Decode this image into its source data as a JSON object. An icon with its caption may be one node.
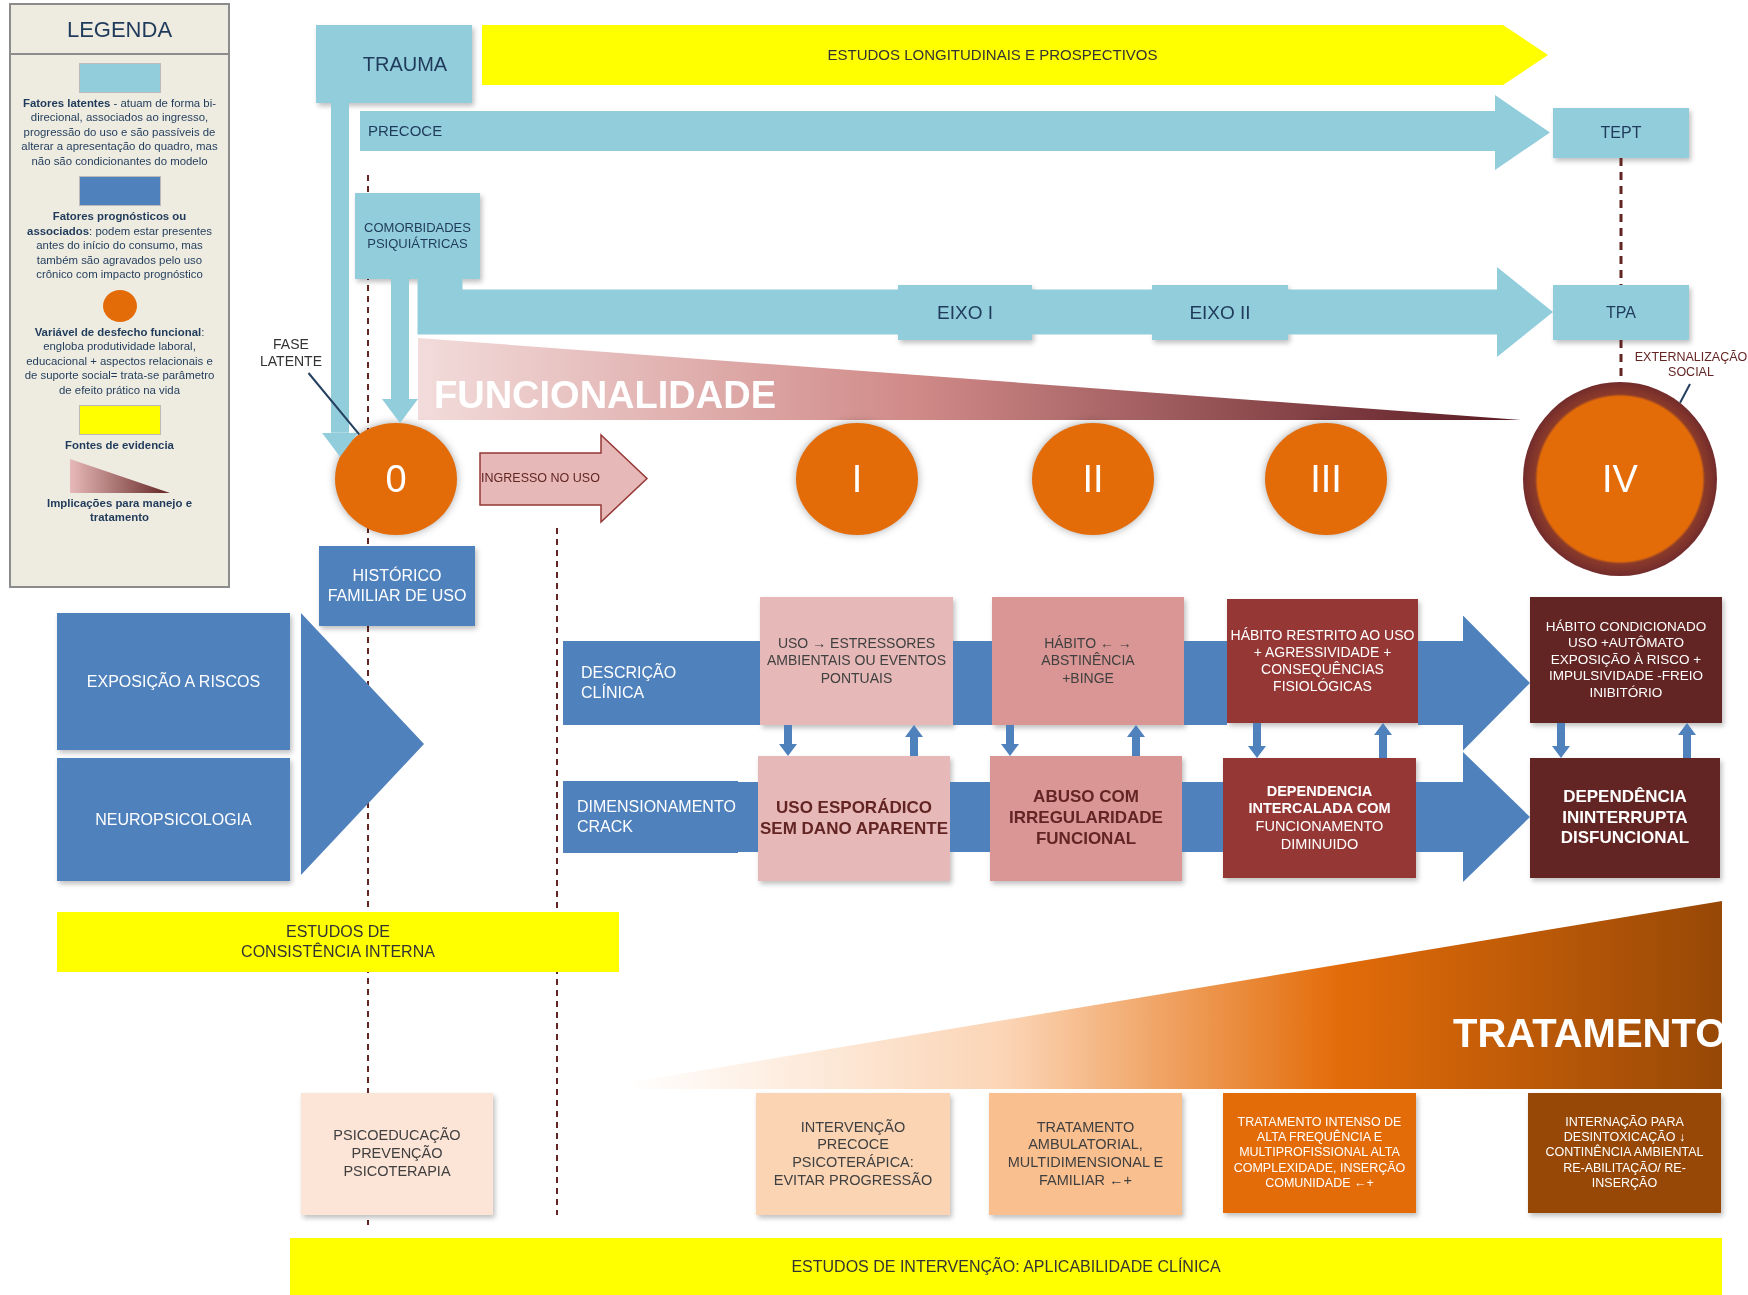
{
  "diagram": {
    "nodes": [
      {
        "text": [
          "TRAUMA"
        ]
      },
      {
        "text": [
          "ESTUDOS LONGITUDINAIS E PROSPECTIVOS"
        ]
      },
      {
        "text": [
          "PRECOCE"
        ]
      },
      {
        "text": [
          "TEPT"
        ]
      },
      {
        "text": [
          "COMORBIDADES PSIQUIÁTRICAS"
        ]
      },
      {
        "text": [
          "EIXO I"
        ]
      },
      {
        "text": [
          "EIXO II"
        ]
      },
      {
        "text": [
          "TPA"
        ]
      },
      {
        "text": [
          "FASE LATENTE"
        ]
      },
      {
        "text": [
          "EXTERNALIZAÇÃO SOCIAL"
        ]
      },
      {
        "text": [
          "FUNCIONALIDADE"
        ]
      },
      {
        "text": [
          "0"
        ]
      },
      {
        "text": [
          "INGRESSO NO USO"
        ]
      },
      {
        "text": [
          "I"
        ]
      },
      {
        "text": [
          "II"
        ]
      },
      {
        "text": [
          "III"
        ]
      },
      {
        "text": [
          "IV"
        ]
      },
      {
        "text": [
          "HISTÓRICO FAMILIAR DE USO"
        ]
      },
      {
        "text": [
          "EXPOSIÇÃO A RISCOS"
        ]
      },
      {
        "text": [
          "NEUROPSICOLOGIA"
        ]
      },
      {
        "text": [
          "DESCRIÇÃO CLÍNICA"
        ]
      },
      {
        "text": [
          "USO → ESTRESSORES AMBIENTAIS OU EVENTOS PONTUAIS"
        ]
      },
      {
        "text": [
          "HÁBITO ← → ABSTINÊNCIA +BINGE"
        ]
      },
      {
        "text": [
          "HÁBITO RESTRITO AO USO + AGRESSIVIDADE + CONSEQUÊNCIAS FISIOLÓGICAS"
        ]
      },
      {
        "text": [
          "HÁBITO CONDICIONADO USO +AUTÔMATO EXPOSIÇÃO À RISCO + IMPULSIVIDADE -FREIO INIBITÓRIO"
        ]
      },
      {
        "text": [
          "DIMENSIONAMENTO CRACK"
        ]
      },
      {
        "text": [
          "USO ESPORÁDICO SEM DANO APARENTE"
        ]
      },
      {
        "text": [
          "ABUSO COM IRREGULARIDADE FUNCIONAL"
        ]
      },
      {
        "text": [
          "**DEPENDENCIA INTERCALADA COM** FUNCIONAMENTO DIMINUIDO"
        ]
      },
      {
        "text": [
          "DEPENDÊNCIA ININTERRUPTA DISFUNCIONAL"
        ]
      },
      {
        "text": [
          "ESTUDOS DE CONSISTÊNCIA INTERNA"
        ]
      },
      {
        "text": [
          "TRATAMENTO"
        ]
      },
      {
        "text": [
          "PSICOEDUCAÇÃO PREVENÇÃO PSICOTERAPIA"
        ]
      },
      {
        "text": [
          "INTERVENÇÃO PRECOCE PSICOTERÁPICA: EVITAR PROGRESSÃO"
        ]
      },
      {
        "text": [
          "TRATAMENTO AMBULATORIAL, MULTIDIMENSIONAL E FAMILIAR ←+"
        ]
      },
      {
        "text": [
          "TRATAMENTO INTENSO DE ALTA FREQUÊNCIA E MULTIPROFISSIONAL ALTA COMPLEXIDADE, INSERÇÃO COMUNIDADE ←+"
        ]
      },
      {
        "text": [
          "INTERNAÇÃO PARA DESINTOXICAÇÃO ↓ CONTINÊNCIA AMBIENTAL RE-ABILITAÇÃO/ RE-INSERÇÃO"
        ]
      },
      {
        "text": [
          "ESTUDOS DE INTERVENÇÃO: APLICABILIDADE CLÍNICA"
        ]
      },
      {
        "text": [],
        "shape": "triangle"
      }
    ],
    "edges": [
      {
        "from": 0,
        "to": 11,
        "arrow": "to",
        "color": "#92cddc"
      },
      {
        "from": 4,
        "to": 11,
        "arrow": "to",
        "color": "#92cddc"
      },
      {
        "from": 4,
        "to": 5,
        "arrow": "none",
        "style": "thick",
        "color": "#92cddc"
      },
      {
        "from": 5,
        "to": 6,
        "arrow": "none",
        "style": "thick",
        "color": "#92cddc"
      },
      {
        "from": 6,
        "to": 7,
        "arrow": "to",
        "style": "thick",
        "color": "#92cddc"
      },
      {
        "from": 3,
        "to": 7,
        "arrow": "none",
        "style": "dashed",
        "color": "#632523"
      },
      {
        "from": 7,
        "to": 16,
        "arrow": "none",
        "style": "dashed",
        "color": "#632523"
      },
      {
        "from": 8,
        "to": 11,
        "arrow": "none",
        "color": "#243f60"
      },
      {
        "from": 9,
        "to": 16,
        "arrow": "none",
        "color": "#243f60"
      },
      {
        "from": 20,
        "to": 21,
        "arrow": "none",
        "style": "thick"
      },
      {
        "from": 21,
        "to": 22,
        "arrow": "none",
        "style": "thick"
      },
      {
        "from": 22,
        "to": 23,
        "arrow": "none",
        "style": "thick"
      },
      {
        "from": 23,
        "to": 24,
        "arrow": "to",
        "style": "thick"
      },
      {
        "from": 25,
        "to": 26,
        "arrow": "none",
        "style": "thick"
      },
      {
        "from": 26,
        "to": 27,
        "arrow": "none",
        "style": "thick"
      },
      {
        "from": 27,
        "to": 28,
        "arrow": "none",
        "style": "thick"
      },
      {
        "from": 28,
        "to": 29,
        "arrow": "to",
        "style": "thick"
      },
      {
        "from": 21,
        "to": 26,
        "arrow": "to"
      },
      {
        "from": 26,
        "to": 21,
        "arrow": "to"
      },
      {
        "from": 22,
        "to": 27,
        "arrow": "to"
      },
      {
        "from": 27,
        "to": 22,
        "arrow": "to"
      },
      {
        "from": 23,
        "to": 28,
        "arrow": "to"
      },
      {
        "from": 28,
        "to": 23,
        "arrow": "to"
      },
      {
        "from": 24,
        "to": 29,
        "arrow": "to"
      },
      {
        "from": 29,
        "to": 24,
        "arrow": "to"
      }
    ],
    "labels": [
      "LEGENDA"
    ],
    "legend": [
      {
        "text": "**Fatores latentes** - atuam de forma bi-direcional, associados ao ingresso, progressão do uso e são passíveis de alterar a apresentação do quadro, mas não são condicionantes do modelo",
        "color": "#92cddc"
      },
      {
        "text": "**Fatores prognósticos ou associados**: podem estar presentes antes do início do consumo, mas também são agravados pelo uso crônico com impacto prognóstico",
        "color": "#4f81bd"
      },
      {
        "text": "**Variável de desfecho funcional**: engloba produtividade laboral, educacional + aspectos relacionais e de suporte social= trata-se parâmetro de efeito prático na vida",
        "color": "#e36c09"
      },
      {
        "text": "Fontes de evidencia",
        "color": "#ffff00"
      },
      {
        "text": "Implicações para manejo e tratamento"
      }
    ]
  }
}
